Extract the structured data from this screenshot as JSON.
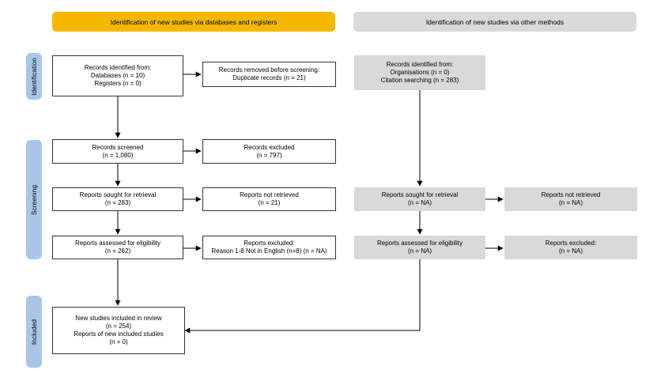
{
  "headers": {
    "left": "Identification of new studies via databases and registers",
    "right": "Identification of new studies via other methods"
  },
  "phases": {
    "identification": "Identification",
    "screening": "Screening",
    "included": "Included"
  },
  "boxes": {
    "records_identified": {
      "line1": "Records identified from:",
      "line2": "Databases (n = 10)",
      "line3": "Registers (n = 0)"
    },
    "records_removed": {
      "line1": "Records removed before screening:",
      "line2": "Duplicate records (n = 21)"
    },
    "records_screened": {
      "line1": "Records screened",
      "line2": "(n = 1,080)"
    },
    "records_excluded": {
      "line1": "Records excluded",
      "line2": "(n = 797)"
    },
    "reports_sought": {
      "line1": "Reports sought for retrieval",
      "line2": "(n = 283)"
    },
    "reports_not_retrieved": {
      "line1": "Reports not retrieved",
      "line2": "(n = 21)"
    },
    "reports_assessed": {
      "line1": "Reports assessed for eligibility",
      "line2": "(n = 262)"
    },
    "reports_excluded": {
      "line1": "Reports excluded:",
      "line2": "Reason 1-8 Not in English (n=8) (n = NA)"
    },
    "included": {
      "line1": "New studies included in review",
      "line2": "(n = 254)",
      "line3": "Reports of new included studies",
      "line4": "(n = 0)"
    },
    "other_identified": {
      "line1": "Records identified from:",
      "line2": "Organisations (n = 0)",
      "line3": "Citation searching (n = 283)"
    },
    "other_sought": {
      "line1": "Reports sought for retrieval",
      "line2": "(n = NA)"
    },
    "other_not_retrieved": {
      "line1": "Reports not retrieved",
      "line2": "(n = NA)"
    },
    "other_assessed": {
      "line1": "Reports assessed for eligibility",
      "line2": "(n = NA)"
    },
    "other_excluded": {
      "line1": "Reports excluded:",
      "line2": "(n = NA)"
    }
  },
  "colors": {
    "left_header": "#f5b800",
    "right_header": "#d9d9d9",
    "phase_label": "#a9c6e8",
    "grey_box": "#d9d9d9"
  }
}
